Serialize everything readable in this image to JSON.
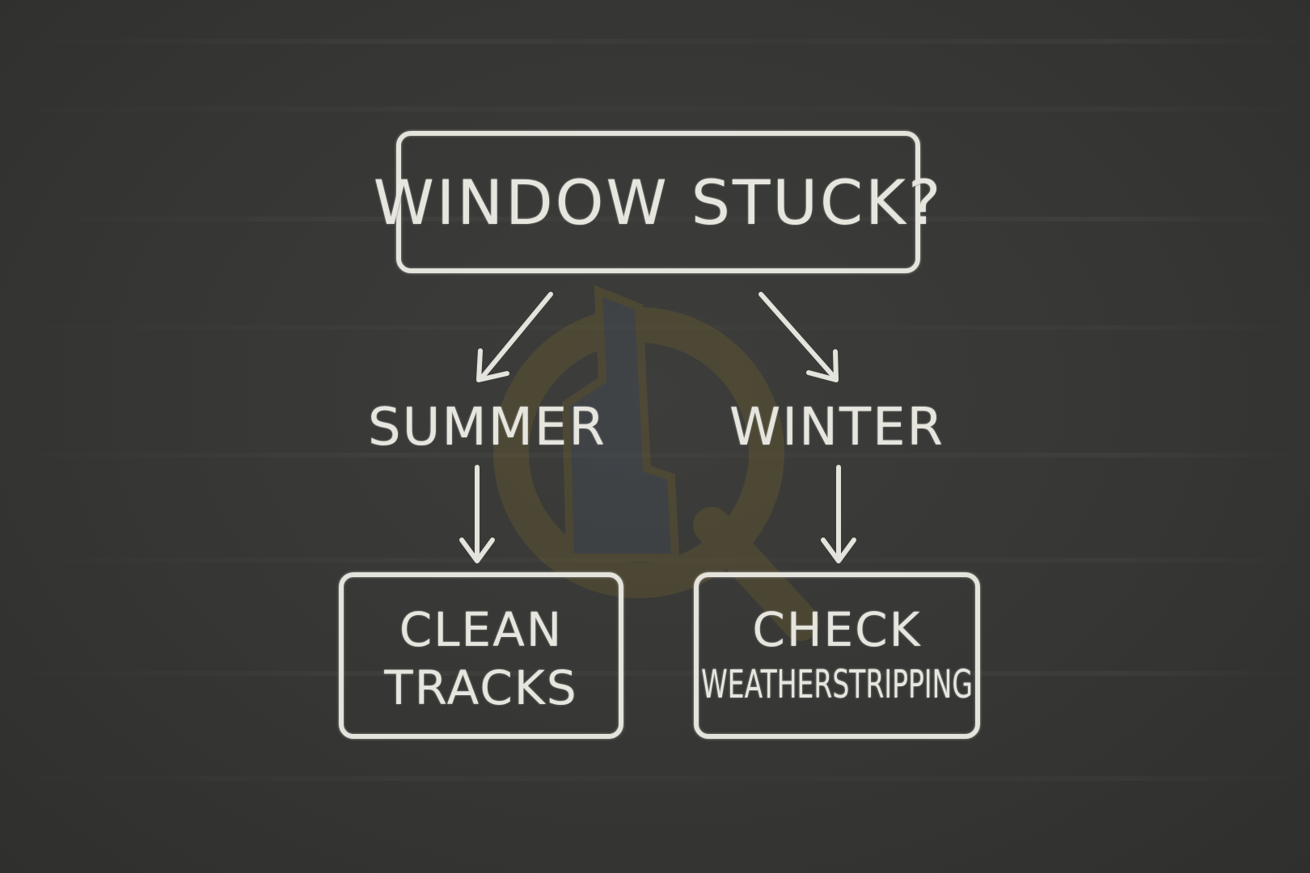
{
  "diagram": {
    "question": "WINDOW STUCK?",
    "branches": [
      {
        "label": "SUMMER",
        "action_line1": "CLEAN",
        "action_line2": "TRACKS"
      },
      {
        "label": "WINTER",
        "action_line1": "CHECK",
        "action_line2": "WEATHERSTRIPPING"
      }
    ]
  },
  "colors": {
    "chalkboard": "#353533",
    "chalk": "#e4e3dc",
    "watermark_gold": "#7a6a2a",
    "watermark_blue": "#4a5566"
  },
  "icons": [
    "watermark-logo-icon"
  ]
}
